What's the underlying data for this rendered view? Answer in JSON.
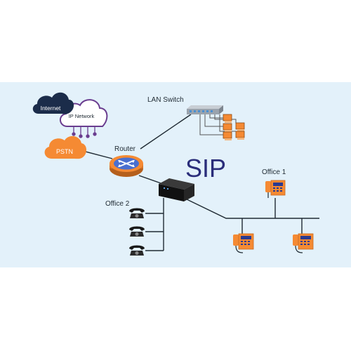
{
  "diagram": {
    "clouds": {
      "internet": "Internet",
      "ip_network": "IP Network",
      "pstn": "PSTN"
    },
    "labels": {
      "lan_switch": "LAN Switch",
      "router": "Router",
      "sip": "SIP",
      "office1": "Office 1",
      "office2": "Office 2"
    },
    "colors": {
      "panel_background": "#e3f1fa",
      "internet_cloud": "#1b2c4a",
      "ip_network_cloud": "#ffffff",
      "network_accent": "#6a3d8f",
      "pstn_cloud": "#f58a33",
      "router": "#f58a33",
      "router_face": "#4a6fd0",
      "phone": "#f58a33",
      "desk_phone_screen": "#2b3a8f",
      "cable": "#1f2a33",
      "switch_body": "#9aa3ad"
    },
    "icons": {
      "router": "router-icon",
      "switch": "network-switch-icon",
      "sip_gateway": "sip-gateway-icon",
      "desk_phone": "desk-phone-icon",
      "telephone": "telephone-icon",
      "computer": "computer-icon"
    }
  }
}
